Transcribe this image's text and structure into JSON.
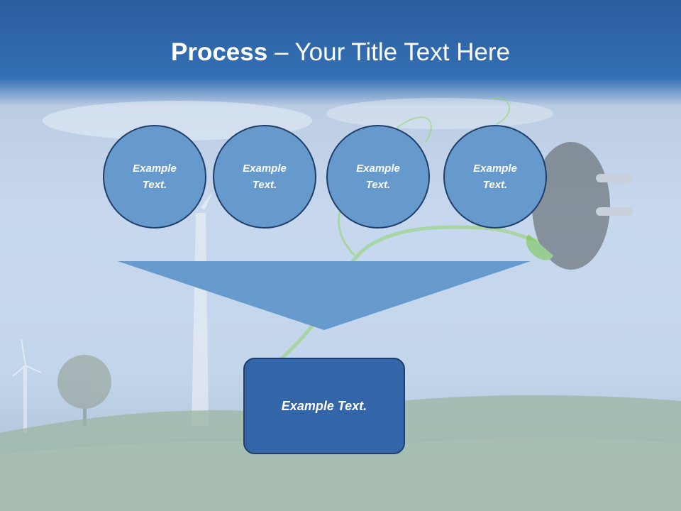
{
  "slide": {
    "title_bold": "Process",
    "title_rest": " – Your Title Text Here"
  },
  "steps": [
    {
      "label": "Example Text."
    },
    {
      "label": "Example Text."
    },
    {
      "label": "Example Text."
    },
    {
      "label": "Example Text."
    }
  ],
  "result": {
    "label": "Example Text."
  },
  "colors": {
    "header_blue": "#2a5d9e",
    "circle_fill": "#6699cc",
    "outline": "#1f3f6a",
    "funnel_fill": "#6699cc",
    "box_fill": "#3366a8",
    "text": "#ffffff"
  }
}
